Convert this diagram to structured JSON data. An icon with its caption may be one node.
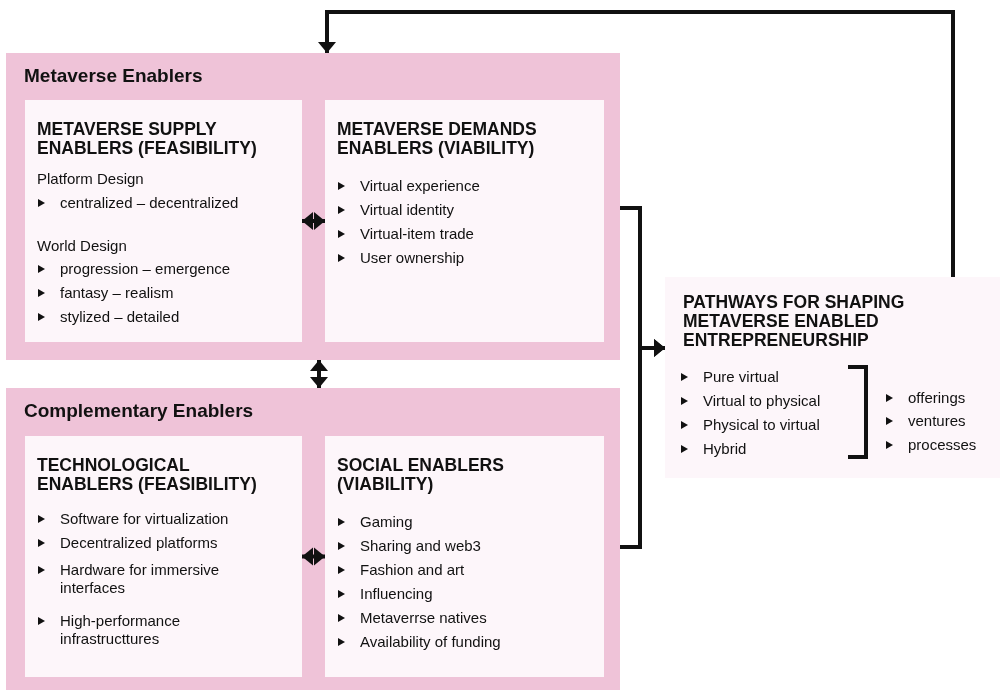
{
  "diagram": {
    "nodes": [
      {
        "text": [
          "Metaverse Enablers"
        ]
      },
      {
        "text": [
          "METAVERSE SUPPLY ENABLERS (FEASIBILITY)",
          "Platform Design",
          "centralized – decentralized",
          "World Design",
          "progression – emergence",
          "fantasy – realism",
          "stylized – detailed"
        ],
        "in": 0
      },
      {
        "text": [
          "METAVERSE DEMANDS ENABLERS (VIABILITY)",
          "Virtual experience",
          "Virtual identity",
          "Virtual-item trade",
          "User ownership"
        ],
        "in": 0
      },
      {
        "text": [
          "Complementary Enablers"
        ]
      },
      {
        "text": [
          "TECHNOLOGICAL ENABLERS (FEASIBILITY)",
          "Software for virtualization",
          "Decentralized platforms",
          "Hardware for immersive interfaces",
          "High-performance infrastructtures"
        ],
        "in": 3
      },
      {
        "text": [
          "SOCIAL ENABLERS (VIABILITY)",
          "Gaming",
          "Sharing and web3",
          "Fashion and art",
          "Influencing",
          "Metaverrse natives",
          "Availability of funding"
        ],
        "in": 3
      },
      {
        "text": [
          "PATHWAYS FOR SHAPING METAVERSE ENABLED ENTREPRENEURSHIP",
          "Pure virtual",
          "Virtual to physical",
          "Physical to virtual",
          "Hybrid",
          "offerings",
          "ventures",
          "processes"
        ]
      }
    ],
    "edges": [
      {
        "from": 1,
        "to": 2,
        "arrow": "both"
      },
      {
        "from": 4,
        "to": 5,
        "arrow": "both"
      },
      {
        "from": 0,
        "to": 3,
        "arrow": "both"
      },
      {
        "from": 0,
        "to": 6,
        "arrow": "to"
      },
      {
        "from": 3,
        "to": 6,
        "arrow": "to"
      },
      {
        "from": 6,
        "to": 0,
        "arrow": "to"
      }
    ]
  }
}
